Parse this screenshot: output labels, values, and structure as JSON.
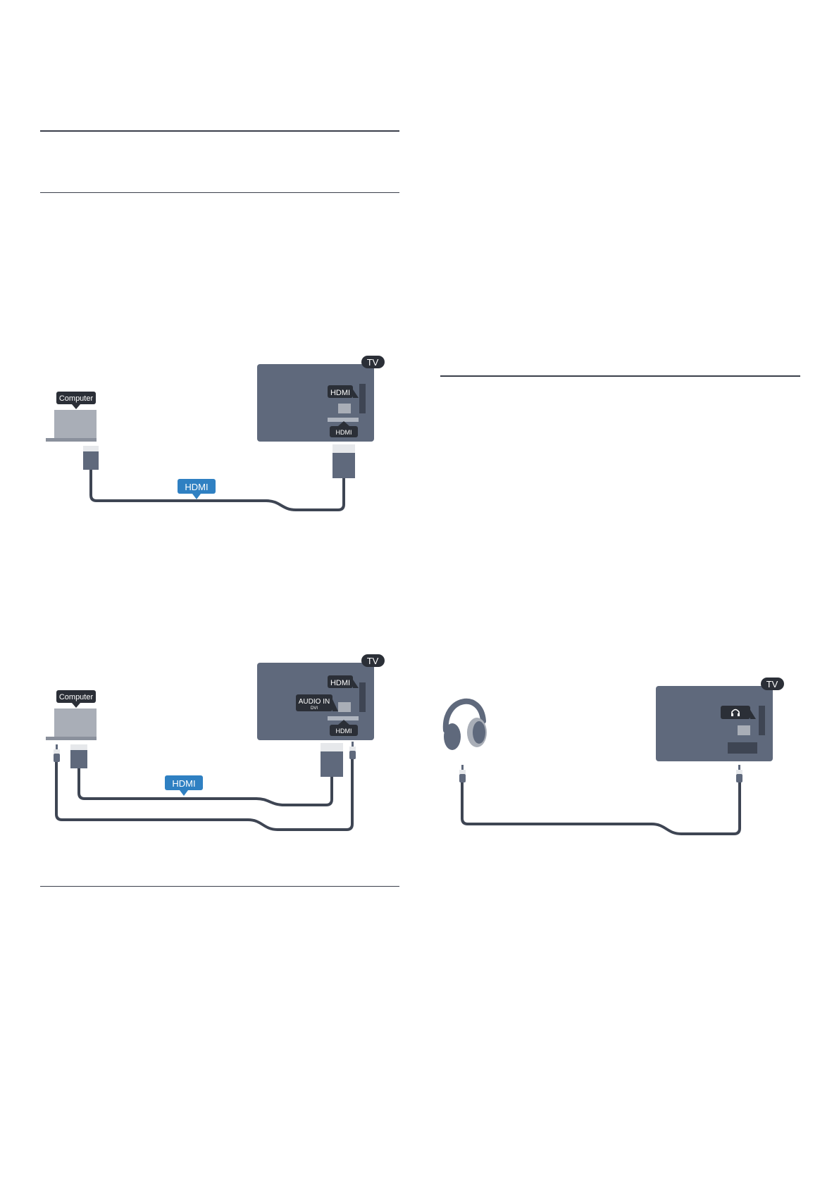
{
  "diagram1": {
    "computer_label": "Computer",
    "tv_badge": "TV",
    "port_label": "HDMI",
    "port_bottom_label": "HDMI",
    "cable_label": "HDMI"
  },
  "diagram2": {
    "computer_label": "Computer",
    "tv_badge": "TV",
    "port_label": "HDMI",
    "audio_in_label": "AUDIO IN",
    "audio_in_sub": "DVI",
    "port_bottom_label": "HDMI",
    "cable_label": "HDMI"
  },
  "diagram3": {
    "tv_badge": "TV"
  },
  "colors": {
    "device": "#5f697c",
    "cable": "#3e4553",
    "label_dark": "#2b2f37",
    "label_blue": "#2f80c2",
    "laptop_screen": "#a9aeb7",
    "plug_light": "#e6e8eb",
    "rule": "#3a3f4a"
  }
}
